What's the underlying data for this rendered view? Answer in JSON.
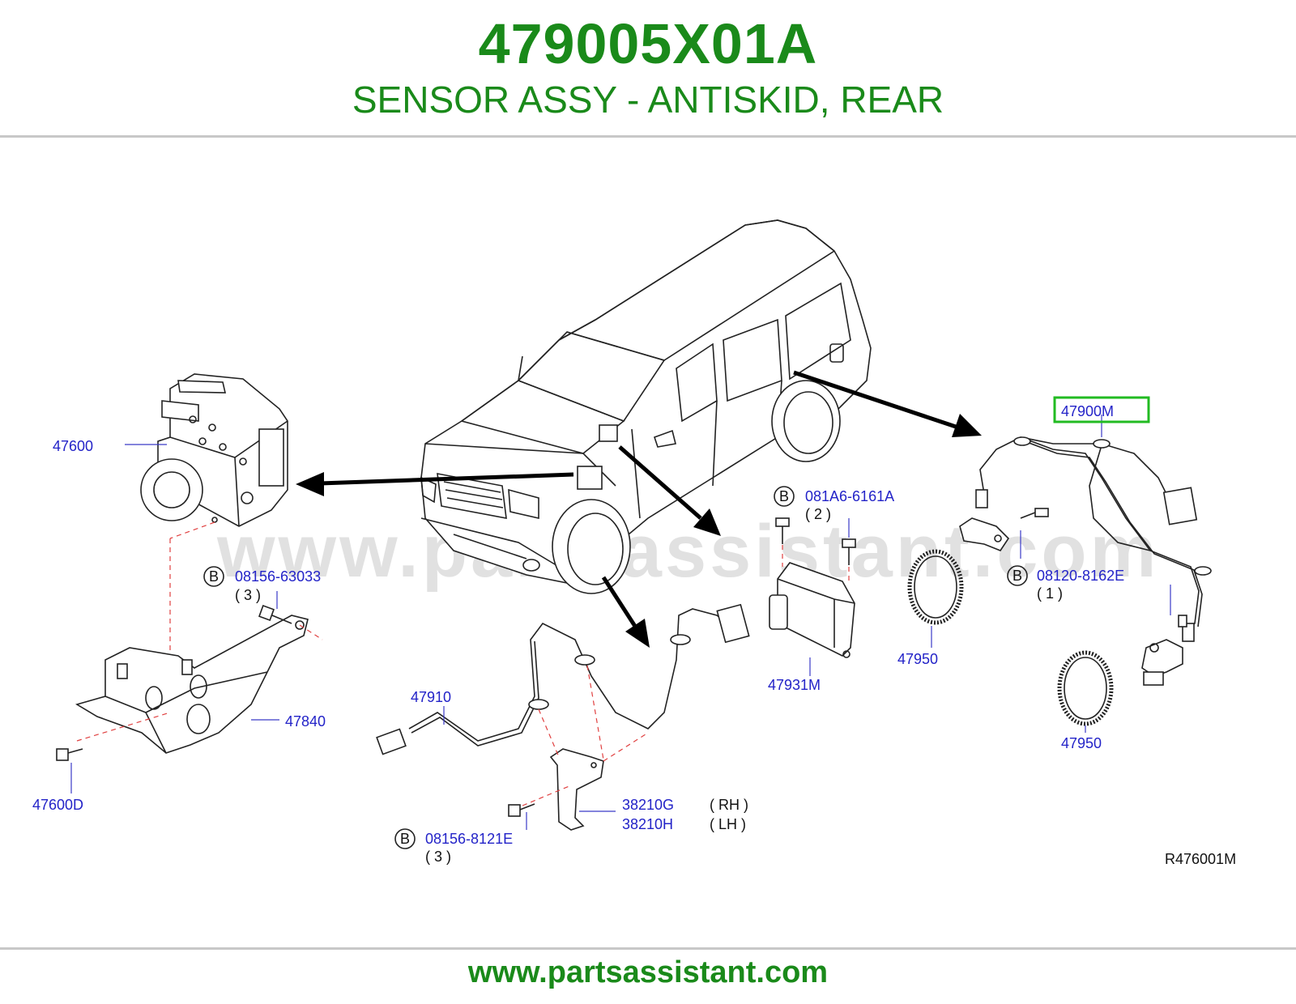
{
  "header": {
    "part_number": "479005X01A",
    "part_name": "SENSOR ASSY - ANTISKID, REAR"
  },
  "watermark": "www.partsassistant.com",
  "footer": {
    "url": "www.partsassistant.com"
  },
  "colors": {
    "brand_green": "#1a8a1a",
    "label_blue": "#2323c8",
    "highlight_green": "#22bb22",
    "guide_red": "#e04040"
  },
  "callouts": {
    "c47600": "47600",
    "c47840": "47840",
    "c47600d": "47600D",
    "c08156_63033": "08156-63033",
    "c08156_63033_qty": "( 3 )",
    "c47910": "47910",
    "c38210g": "38210G",
    "c38210g_side": "( RH )",
    "c38210h": "38210H",
    "c38210h_side": "( LH )",
    "c08156_8121e": "08156-8121E",
    "c08156_8121e_qty": "( 3 )",
    "c081a6_6161a": "081A6-6161A",
    "c081a6_6161a_qty": "( 2 )",
    "c47931m": "47931M",
    "c47950_a": "47950",
    "c47950_b": "47950",
    "c08120_8162e": "08120-8162E",
    "c08120_8162e_qty": "( 1 )",
    "c47900m": "47900M",
    "b_marker": "B"
  },
  "diagram_ref": "R476001M",
  "highlighted_part": "47900M"
}
